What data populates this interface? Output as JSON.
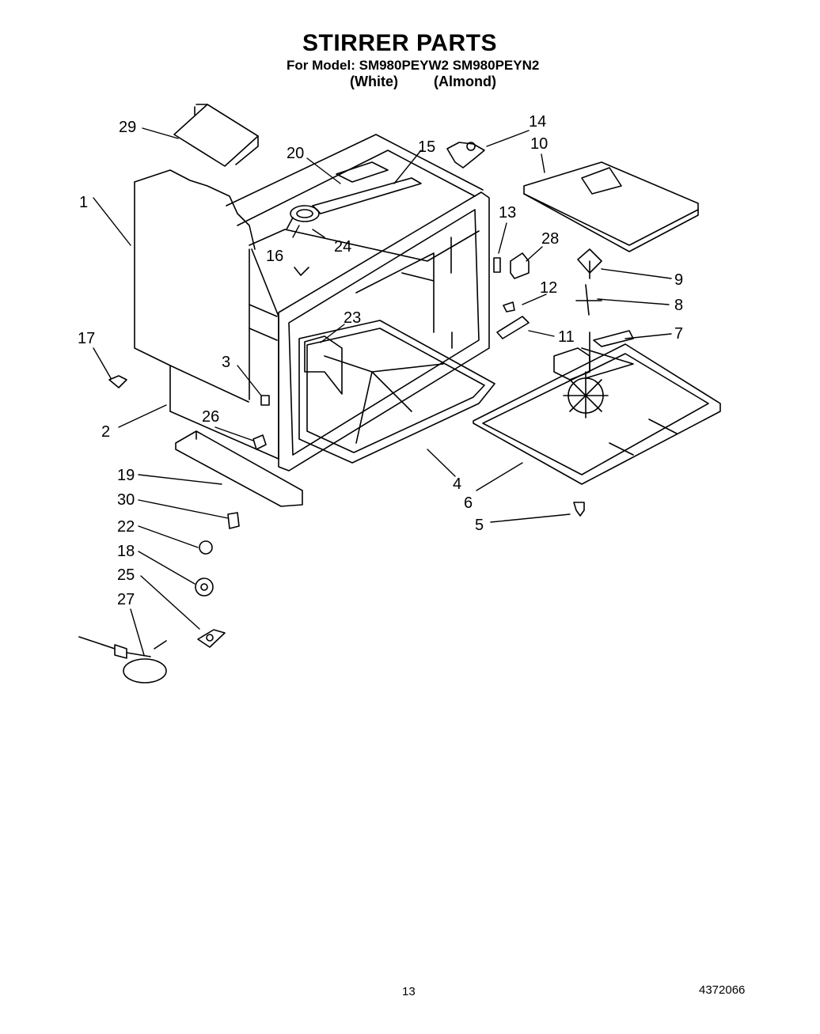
{
  "header": {
    "title": "STIRRER PARTS",
    "model_line": "For Model: SM980PEYW2 SM980PEYN2",
    "variant_white": "(White)",
    "variant_almond": "(Almond)"
  },
  "callouts": [
    "29",
    "20",
    "15",
    "14",
    "10",
    "1",
    "13",
    "28",
    "16",
    "24",
    "9",
    "12",
    "8",
    "23",
    "11",
    "7",
    "17",
    "3",
    "2",
    "26",
    "4",
    "6",
    "19",
    "30",
    "5",
    "22",
    "18",
    "25",
    "27"
  ],
  "footer": {
    "page_number": "13",
    "document_number": "4372066"
  }
}
